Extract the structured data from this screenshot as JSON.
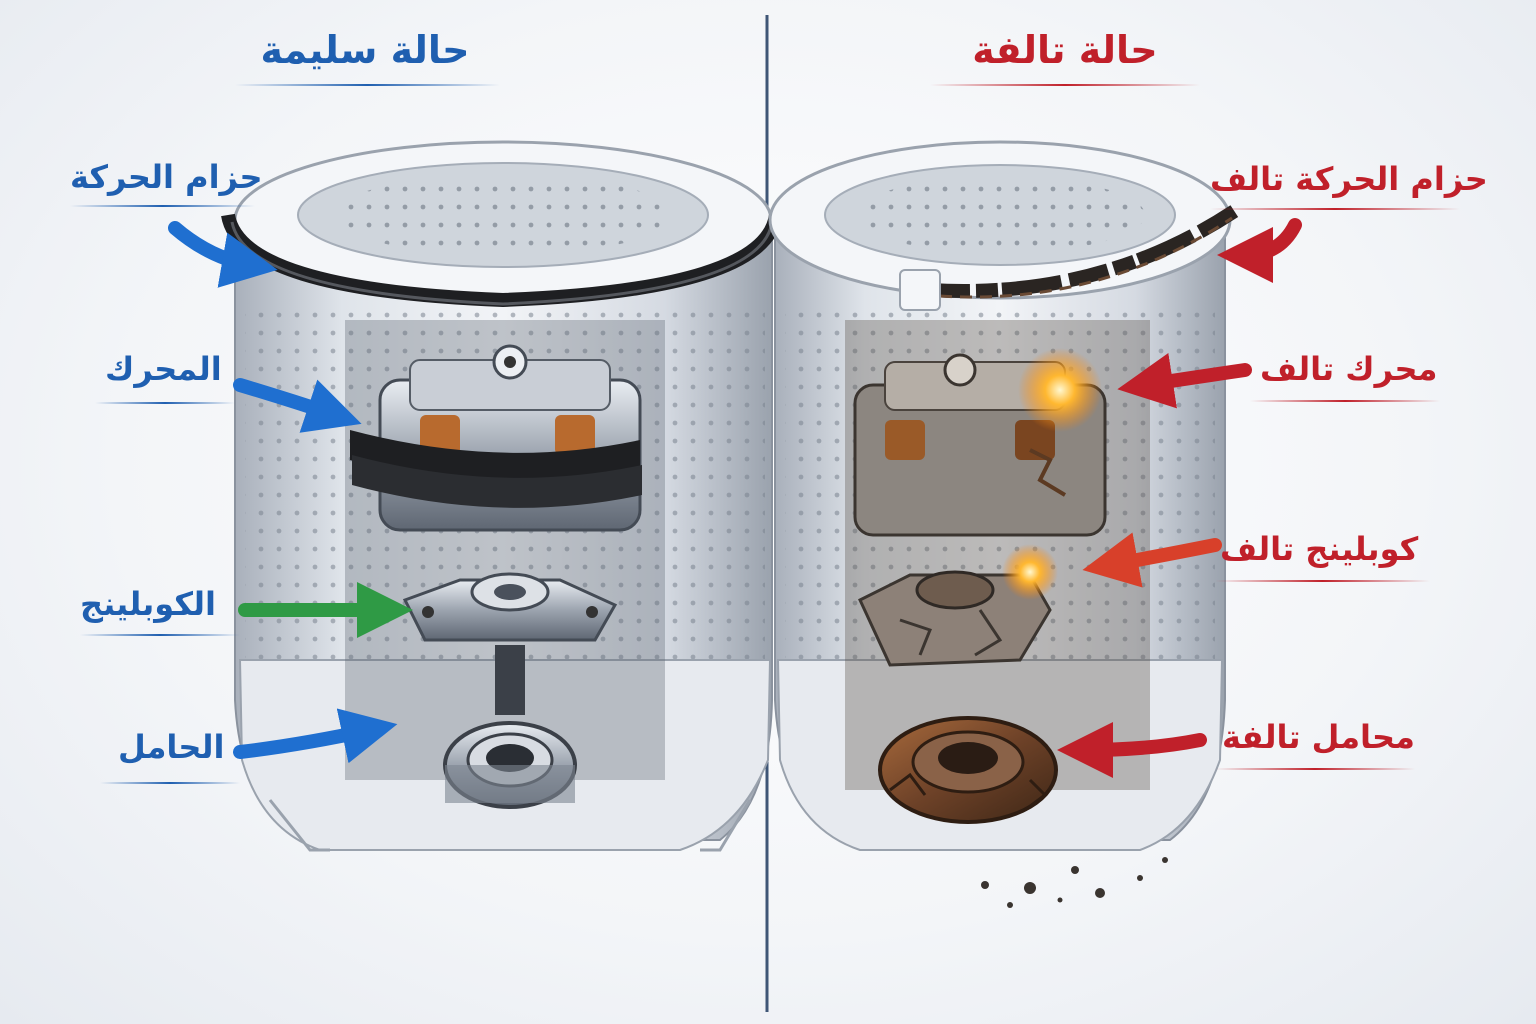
{
  "panels": {
    "good": {
      "title": "حالة سليمة",
      "color": "#1f5fb0",
      "labels": {
        "belt": "حزام الحركة",
        "motor": "المحرك",
        "coupling": "الكوبلينج",
        "bearing": "الحامل"
      }
    },
    "bad": {
      "title": "حالة تالفة",
      "color": "#c0202a",
      "labels": {
        "belt": "حزام الحركة تالف",
        "motor": "محرك تالف",
        "coupling": "كوبلينج تالف",
        "bearing": "محامل تالفة"
      }
    }
  },
  "arrow_colors": {
    "good_belt": "#1f6fd0",
    "good_motor": "#1f6fd0",
    "good_coupling": "#2f9a45",
    "good_bearing": "#1f6fd0",
    "bad_belt": "#c0202a",
    "bad_motor": "#c0202a",
    "bad_coupling": "#d8402a",
    "bad_bearing": "#c0202a"
  },
  "icons": {
    "good_drum": "washing-machine-drum-icon",
    "bad_drum": "damaged-washing-machine-drum-icon",
    "spark": "spark-icon"
  }
}
